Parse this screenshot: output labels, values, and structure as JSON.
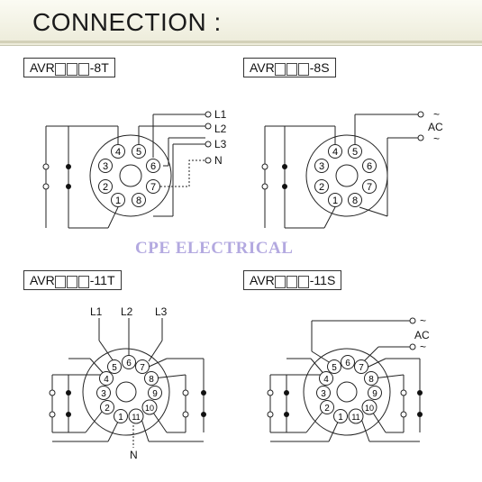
{
  "header": {
    "title": "CONNECTION :"
  },
  "watermark": "CPE ELECTRICAL",
  "diagrams": [
    {
      "model": {
        "prefix": "AVR",
        "suffix": "-8T"
      },
      "pins": [
        "1",
        "2",
        "3",
        "4",
        "5",
        "6",
        "7",
        "8"
      ],
      "terminals": [
        "L1",
        "L2",
        "L3",
        "N"
      ]
    },
    {
      "model": {
        "prefix": "AVR",
        "suffix": "-8S"
      },
      "pins": [
        "1",
        "2",
        "3",
        "4",
        "5",
        "6",
        "7",
        "8"
      ],
      "terminals": [
        "~",
        "AC",
        "~"
      ]
    },
    {
      "model": {
        "prefix": "AVR",
        "suffix": "-11T"
      },
      "pins": [
        "1",
        "2",
        "3",
        "4",
        "5",
        "6",
        "7",
        "8",
        "9",
        "10",
        "11"
      ],
      "terminals": [
        "L1",
        "L2",
        "L3",
        "N"
      ]
    },
    {
      "model": {
        "prefix": "AVR",
        "suffix": "-11S"
      },
      "pins": [
        "1",
        "2",
        "3",
        "4",
        "5",
        "6",
        "7",
        "8",
        "9",
        "10",
        "11"
      ],
      "terminals": [
        "~",
        "AC",
        "~"
      ]
    }
  ]
}
